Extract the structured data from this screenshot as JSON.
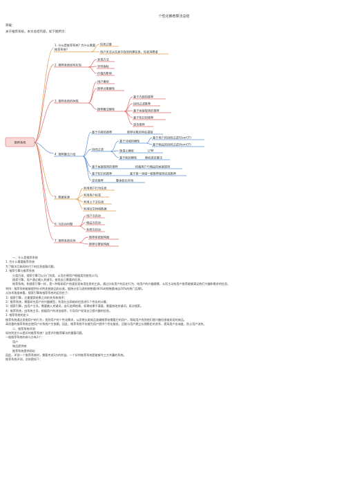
{
  "doc": {
    "title": "个性化推荐算法总结",
    "author_label": "转载：",
    "intro": "关于推荐系统，本文总结内容，如下图所示："
  },
  "mindmap": {
    "root": "推荐系统",
    "b1": {
      "label": "1. 什么是推荐系统? 为什么需要推荐系统?",
      "c1": "信息过载",
      "c2": "用户无法从信息中找到所需信息，信息消费者"
    },
    "b2": {
      "label": "2. 推荐系统如何实现",
      "c1": "发现方法",
      "c2": "评判指标",
      "c3": "价值的影响"
    },
    "b3": {
      "label": "3. 推荐系统的种类",
      "c1": "用户模型",
      "c2": "推荐对象模型",
      "c3": "推荐算法模型",
      "d1": "基于内容的推荐",
      "d2": "协同过滤推荐",
      "d3": "基于关联规则的推荐",
      "d4": "基于知识的推荐",
      "d5": "混合推荐"
    },
    "b4": {
      "label": "4. 推荐算法介绍",
      "c1": "基于内容的推荐",
      "c1b": "推荐对象的特征提取",
      "c2": "协同过滤",
      "d1": "基于邻域的模型",
      "d1a": "基于用户的协同过滤(UserCF)",
      "d1b": "基于物品的协同过滤(ItemCF)",
      "d2": "隐语义模型",
      "d2a": "LFM",
      "d3": "基于图的模型",
      "d3a": "随机游走算法",
      "c3": "基于关联规则的推荐",
      "c3b": "挖掘用户与物品的关联规则",
      "c4": "基于知识的推荐",
      "c4b": "基于某一领域一套推荐规则完成推荐",
      "c5": "混合推荐",
      "c5b": "整体取长补短"
    },
    "b5": {
      "label": "5. 数据来源",
      "c1": "利用用户行为信息",
      "c2": "利用用户标签",
      "c3": "利用上下文信息",
      "c4": "利用社交网络数据"
    },
    "b6": {
      "label": "6. 冷启动问题",
      "c1": "用户冷启动",
      "c2": "物品冷启动",
      "c3": "系统冷启动"
    },
    "b7": {
      "label": "7. 推荐系统实例",
      "c1": "推荐系统架构图",
      "c2": "推荐引擎架构图"
    }
  },
  "body": {
    "lines": [
      {
        "text": "一、什么是推荐系统",
        "indent": true
      },
      {
        "text": "1. 为什么需要推荐系统"
      },
      {
        "text": "为了解决互联网时代下的信息超载问题。"
      },
      {
        "text": "2. 推荐引擎与推荐系统"
      },
      {
        "text": "分类目录、搜索引擎可以分门别类、从而方便用户根据类别查找公司。",
        "indent": true
      },
      {
        "text": "搜索引擎。用户通过输入关键字，查找自己需要的信息。",
        "indent": true
      },
      {
        "text": "推荐系统。和搜索引擎一样，是一种帮助用户快速发现有用信息的工具。通过分析用户的历史行为、给用户的兴趣建模，从而主动给用户推荐能够满足他们兴趣和需求的信息。",
        "indent": true
      },
      {
        "text": "举例：推荐系统能够提供针对的发掘商品和长尾，据统计亚马逊的销售额(80%的销售额来自20%的热门品牌)。"
      },
      {
        "text": "从技术角度来看，搜索引擎和推荐系统的区别在于："
      },
      {
        "text": "1）搜索引擎，注重搜索结果之间的关系和排序；"
      },
      {
        "text": "2）推荐系统，需要研究用户的兴趣模型，利用社交网络的信息进行个性化的计算；"
      },
      {
        "text": "3）搜索引擎，由用户主导，需要输入关键词，自行选择结果。如果结果不满意，需要修改关键词，再次搜索。"
      },
      {
        "text": "4）推荐系统，由系统主导，根据用户的浏览顺序，引导用户发现自己感兴趣的信息。"
      },
      {
        "text": "3. 推荐系统的定义"
      },
      {
        "text": "推荐系统通过发掘用户的行为，找到用户的个性化需求，从而将长尾商品准确推荐给需要它的用户，帮助用户找到他们感兴趣但很难发现的商品。"
      },
      {
        "text": "高质量的推荐系统会使用户对系统产生依赖。因此，推荐系统不仅能为用户提供个性化服务，还能与用户建立长期稳定的关系，提高用户忠诚度，防止用户流失。"
      },
      {
        "text": "二、推荐系统评测",
        "indent": true
      },
      {
        "text": "如何判定什么是好的推荐系统？这是评判推荐算法的重要问题。"
      },
      {
        "text": "一般推荐系统的参与方有3个："
      },
      {
        "text": "用户",
        "indent": true
      },
      {
        "text": "物品提供商",
        "indent": true
      },
      {
        "text": "推荐系统提供网站",
        "indent": true
      },
      {
        "text": "因此，评测一个推荐系统时，需要考虑3方的利益，一个好的推荐系统是能够令三方共赢的系统。"
      },
      {
        "text": "推荐系统评测，总结图如下："
      }
    ]
  }
}
